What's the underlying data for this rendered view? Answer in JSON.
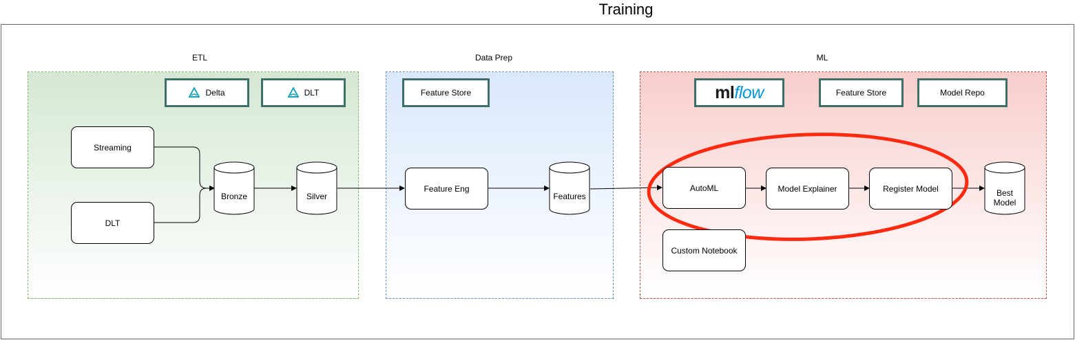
{
  "title": "Training",
  "groups": {
    "etl": {
      "label": "ETL",
      "badges": [
        {
          "label": "Delta",
          "icon": "delta-lake-icon"
        },
        {
          "label": "DLT",
          "icon": "delta-lake-icon"
        }
      ],
      "nodes": {
        "streaming": "Streaming",
        "dlt": "DLT"
      },
      "stores": {
        "bronze": "Bronze",
        "silver": "Silver"
      }
    },
    "prep": {
      "label": "Data Prep",
      "badges": [
        {
          "label": "Feature Store"
        }
      ],
      "nodes": {
        "feature_eng": "Feature Eng"
      },
      "stores": {
        "features": "Features"
      }
    },
    "ml": {
      "label": "ML",
      "badges": [
        {
          "label": "mlflow",
          "label_prefix": "ml",
          "label_suffix": "flow"
        },
        {
          "label": "Feature Store"
        },
        {
          "label": "Model Repo"
        }
      ],
      "nodes": {
        "automl": "AutoML",
        "model_explainer": "Model Explainer",
        "register_model": "Register Model",
        "custom_notebook": "Custom Notebook"
      },
      "stores": {
        "best_model_line1": "Best",
        "best_model_line2": "Model"
      }
    }
  },
  "colors": {
    "etl_fill": "#d5e8d4",
    "etl_border": "#82b366",
    "prep_fill": "#dae8fc",
    "prep_border": "#6c8ebf",
    "ml_fill": "#f8cecc",
    "ml_border": "#b85450",
    "badge_border": "#3d6e68",
    "highlight": "#ff2a0f",
    "mlflow_dark": "#1a1a1a",
    "mlflow_blue": "#0194e2"
  }
}
